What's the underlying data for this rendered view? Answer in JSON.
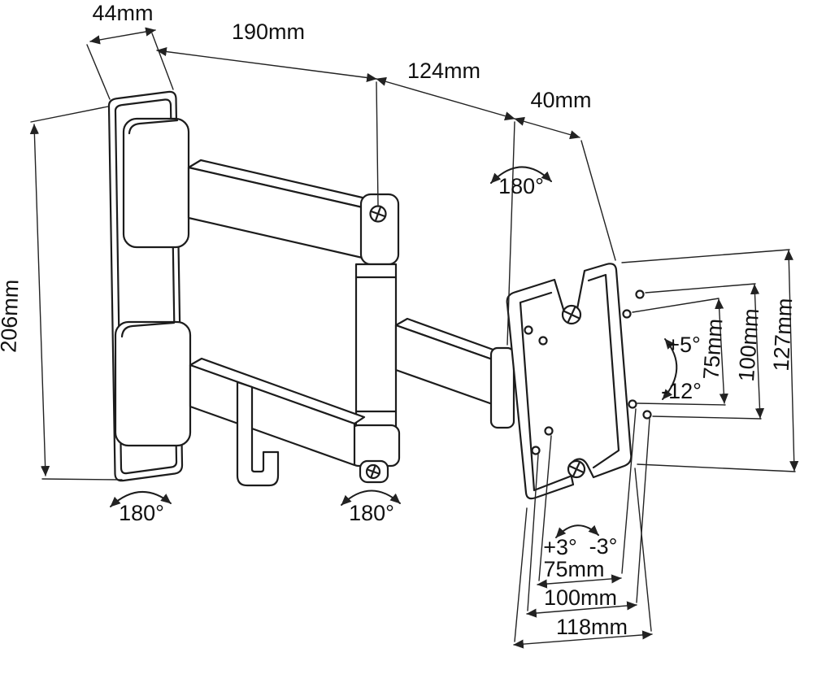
{
  "diagram": {
    "units": "mm",
    "colors": {
      "line": "#1c1c1c",
      "text": "#111111",
      "background": "#ffffff"
    },
    "dimensions": {
      "wall_plate_depth": "44mm",
      "first_arm_length": "190mm",
      "second_arm_length": "124mm",
      "plate_offset_depth": "40mm",
      "wall_plate_height": "206mm",
      "vesa_vertical_inner": "75mm",
      "vesa_vertical_outer": "100mm",
      "plate_height": "127mm",
      "vesa_horizontal_inner": "75mm",
      "vesa_horizontal_outer": "100mm",
      "plate_width": "118mm"
    },
    "angles": {
      "swivel_head": "180°",
      "swivel_wall_joint": "180°",
      "swivel_mid_joint": "180°",
      "tilt_up": "+5°",
      "tilt_down": "-12°",
      "level_adjust_plus": "+3°",
      "level_adjust_minus": "-3°"
    }
  }
}
